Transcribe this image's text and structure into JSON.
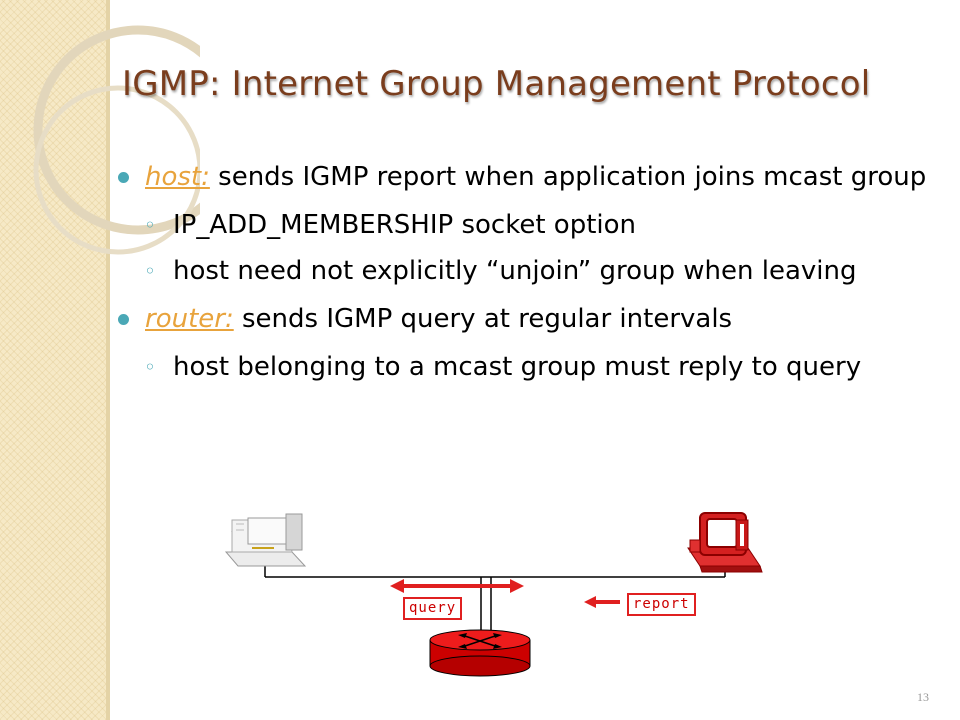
{
  "title": "IGMP: Internet Group Management Protocol",
  "bullets": [
    {
      "term": "host:",
      "text": " sends IGMP report when application joins mcast group",
      "sub": [
        "IP_ADD_MEMBERSHIP socket option",
        "host need not explicitly “unjoin” group when leaving"
      ]
    },
    {
      "term": "router:",
      "text": " sends IGMP query at regular intervals",
      "sub": [
        "host belonging to a mcast group must reply to query"
      ]
    }
  ],
  "diagram": {
    "query_label": "query",
    "report_label": "report"
  },
  "page_number": "13",
  "colors": {
    "title": "#7a3d1d",
    "term": "#e8a33c",
    "bullet": "#4aa8b6",
    "label_red": "#e02020"
  }
}
